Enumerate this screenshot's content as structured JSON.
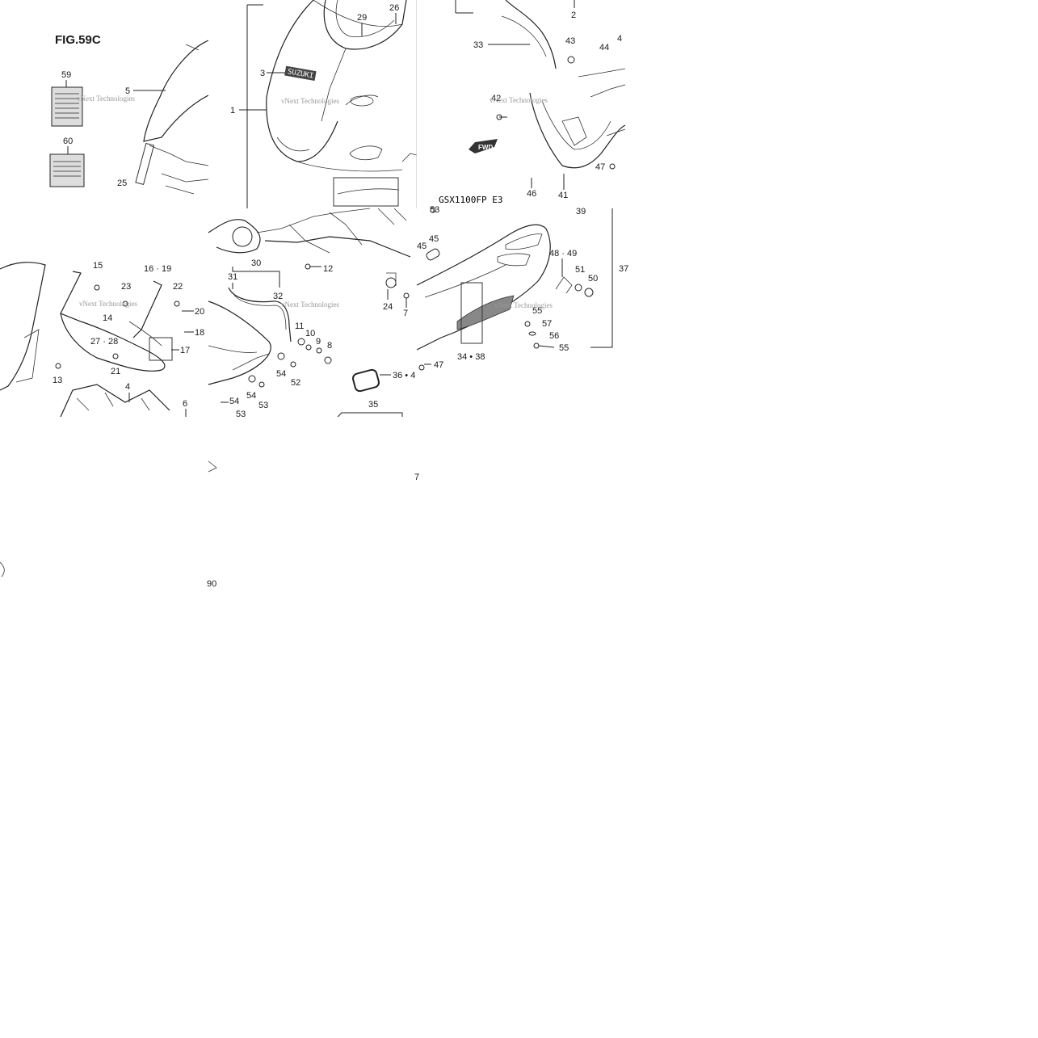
{
  "figure": {
    "title": "FIG.59C",
    "model_label": "GSX1100FP E3",
    "fwd_mark": "FWD",
    "watermark": "vNext Technologies",
    "brand_text": "SUZUKI"
  },
  "callouts": {
    "c1": "1",
    "c2": "2",
    "c3": "3",
    "c4": "4",
    "c4b": "4",
    "c5": "5",
    "c6": "6",
    "c7": "7",
    "c7b": "7",
    "c8": "8",
    "c9": "9",
    "c10": "10",
    "c11": "11",
    "c12": "12",
    "c13": "13",
    "c14": "14",
    "c15": "15",
    "c16_19": "16 · 19",
    "c17": "17",
    "c18": "18",
    "c20": "20",
    "c21": "21",
    "c22": "22",
    "c23": "23",
    "c24": "24",
    "c25": "25",
    "c26": "26",
    "c27_28": "27 · 28",
    "c29": "29",
    "c30": "30",
    "c31": "31",
    "c32": "32",
    "c33": "33",
    "c34_38": "34 • 38",
    "c35": "35",
    "c36_4": "36 • 4",
    "c37": "37",
    "c39": "39",
    "c41": "41",
    "c43": "43",
    "c44": "44",
    "c45": "45",
    "c45b": "45",
    "c46": "46",
    "c47": "47",
    "c47b": "47",
    "c48_49": "48 · 49",
    "c50": "50",
    "c51": "51",
    "c52": "52",
    "c53": "53",
    "c53b": "53",
    "c53c": "53",
    "c54": "54",
    "c54b": "54",
    "c54c": "54",
    "c55": "55",
    "c56": "56",
    "c57": "57",
    "c59": "59",
    "c60": "60",
    "c42": "42",
    "c90": "90"
  }
}
